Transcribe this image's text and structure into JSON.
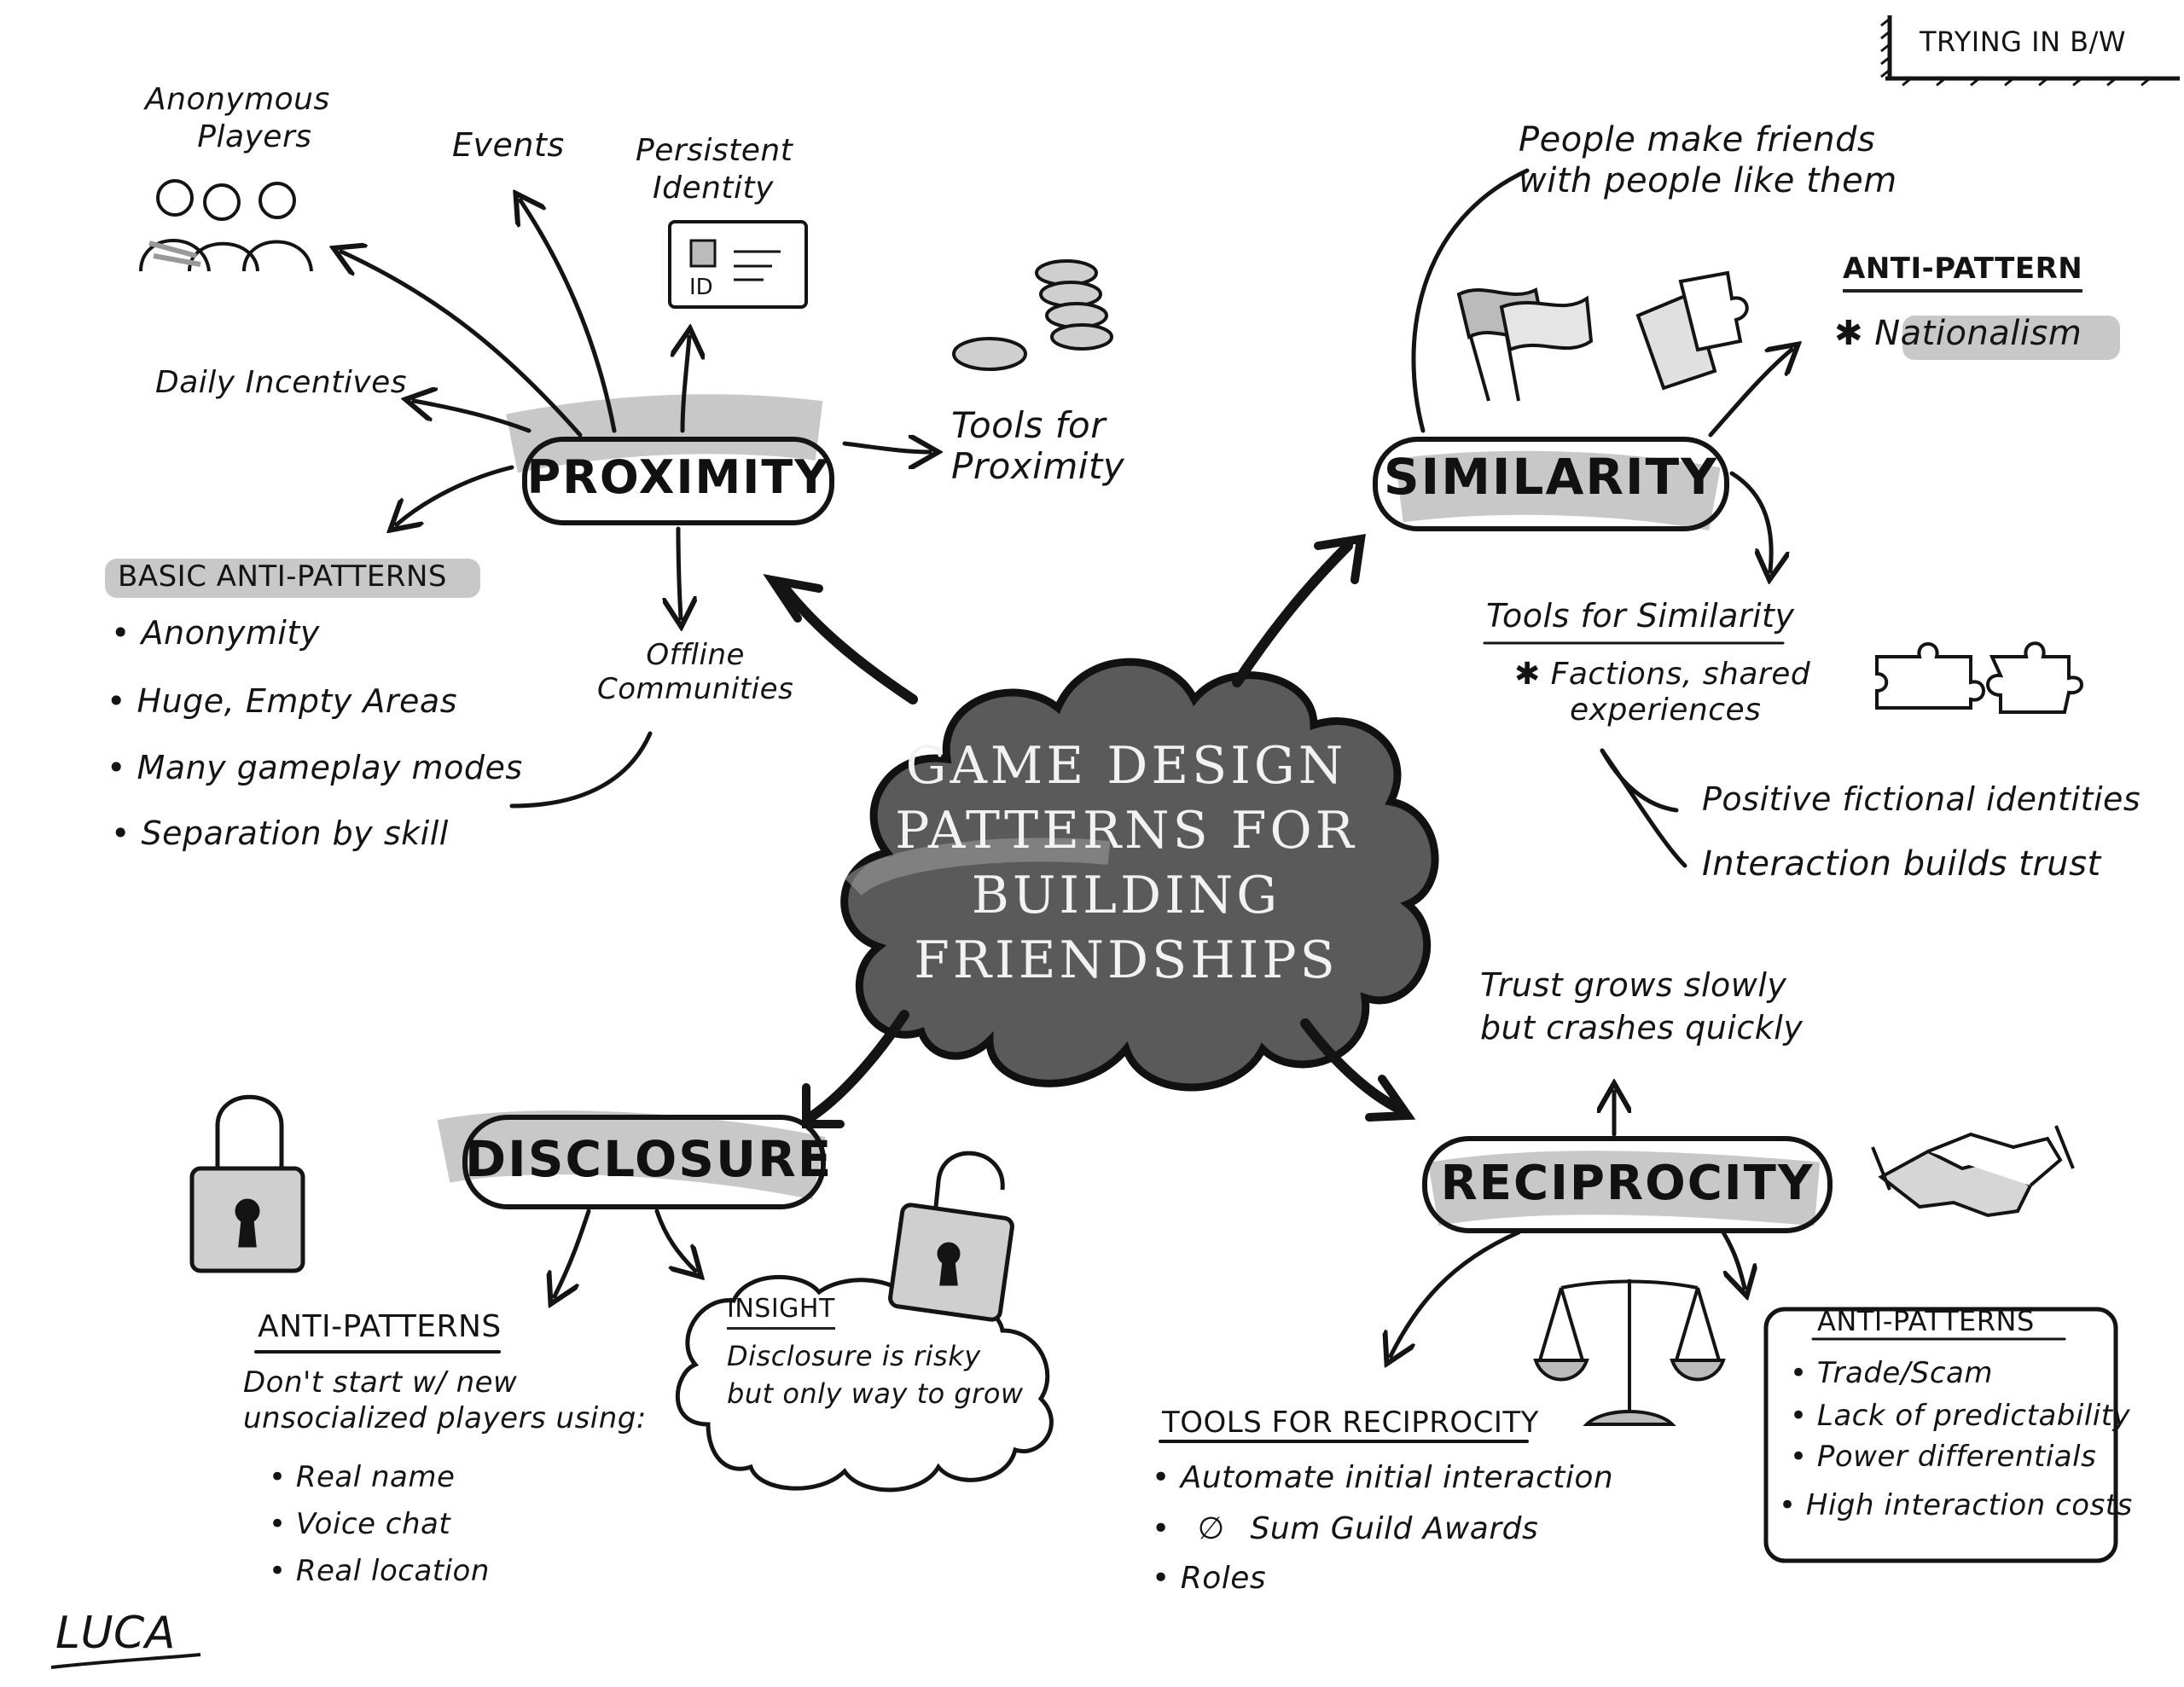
{
  "corner_note": "TRYING IN B/W",
  "signature": "LUCA",
  "center": {
    "lines": [
      "GAME DESIGN",
      "PATTERNS FOR",
      "BUILDING",
      "FRIENDSHIPS"
    ]
  },
  "proximity": {
    "title": "PROXIMITY",
    "anonymous_players": [
      "Anonymous",
      "Players"
    ],
    "events": "Events",
    "persistent_identity": [
      "Persistent",
      "Identity"
    ],
    "daily_incentives": "Daily Incentives",
    "tools": [
      "Tools for",
      "Proximity"
    ],
    "offline": [
      "Offline",
      "Communities"
    ],
    "anti_patterns_heading": "BASIC ANTI-PATTERNS",
    "anti_patterns": [
      "Anonymity",
      "Huge, Empty Areas",
      "Many gameplay modes",
      "Separation by skill"
    ]
  },
  "similarity": {
    "title": "SIMILARITY",
    "people_note": [
      "People make friends",
      "with people like them"
    ],
    "anti_pattern_heading": "ANTI-PATTERN",
    "anti_pattern_item": "Nationalism",
    "tools_heading": "Tools for Similarity",
    "tools_item": [
      "Factions, shared",
      "experiences"
    ],
    "positive": "Positive fictional identities",
    "interaction": "Interaction builds trust"
  },
  "disclosure": {
    "title": "DISCLOSURE",
    "anti_patterns_heading": "ANTI-PATTERNS",
    "intro": [
      "Don't start w/ new",
      "unsocialized players using:"
    ],
    "items": [
      "Real name",
      "Voice chat",
      "Real location"
    ],
    "insight_heading": "INSIGHT",
    "insight_text": [
      "Disclosure is risky",
      "but only way to grow"
    ]
  },
  "reciprocity": {
    "title": "RECIPROCITY",
    "trust_note": [
      "Trust grows slowly",
      "but crashes quickly"
    ],
    "tools_heading": "TOOLS FOR RECIPROCITY",
    "tools_items": [
      "Automate initial interaction",
      "Sum Guild Awards",
      "Roles"
    ],
    "zero_symbol": "∅",
    "anti_patterns_heading": "ANTI-PATTERNS",
    "anti_patterns": [
      "Trade/Scam",
      "Lack of predictability",
      "Power differentials",
      "High interaction costs"
    ]
  },
  "id_card": {
    "letters": "ID"
  },
  "colors": {
    "ink": "#141414",
    "shade": "#c8c8c8",
    "cloud": "#5a5a5a"
  }
}
